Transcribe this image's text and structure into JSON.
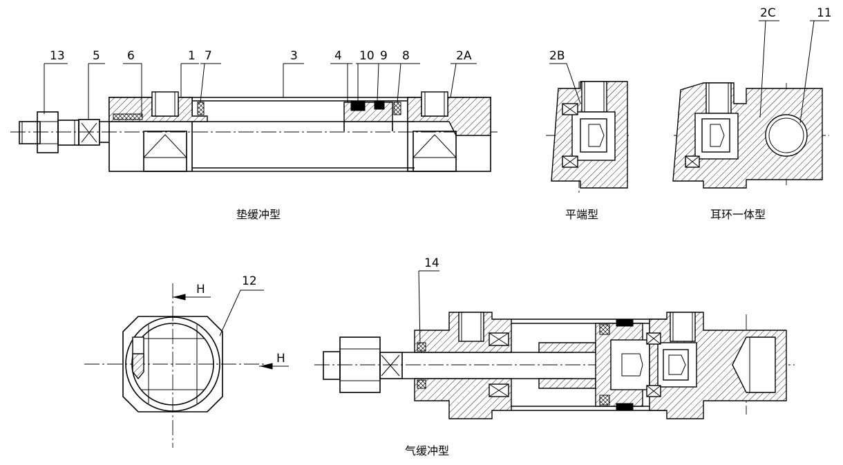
{
  "part_labels": {
    "p13": "13",
    "p5": "5",
    "p6": "6",
    "p1": "1",
    "p7": "7",
    "p3": "3",
    "p4": "4",
    "p10": "10",
    "p9": "9",
    "p8": "8",
    "p2A": "2A",
    "p2B": "2B",
    "p2C": "2C",
    "p11": "11",
    "p12": "12",
    "p14": "14"
  },
  "section_marks": {
    "h_top": "H",
    "h_right": "H"
  },
  "captions": {
    "cushion_pad": "垫缓冲型",
    "flat_end": "平端型",
    "clevis_integral": "耳环一体型",
    "air_cushion": "气缓冲型"
  }
}
